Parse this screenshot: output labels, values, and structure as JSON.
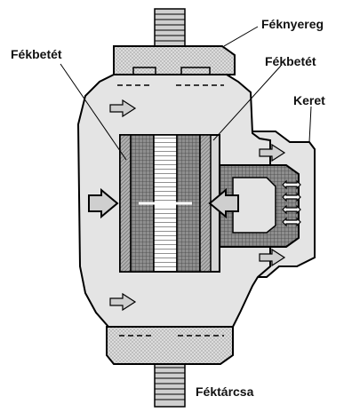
{
  "labels": {
    "caliper": "Féknyereg",
    "pad_left": "Fékbetét",
    "pad_right": "Fékbetét",
    "frame": "Keret",
    "disc": "Féktárcsa"
  },
  "colors": {
    "stroke": "#000000",
    "body_fill": "#e4e4e4",
    "caliper_fill": "#dcdcdc",
    "dark_fill": "#8e8e8e",
    "pad_fill": "#a9a9a9",
    "arrow_fill": "#cfcfcf",
    "bar_fill": "#d6d6d6"
  },
  "icons": {
    "flow_arrow": "right-arrow",
    "clamp_arrow": "block-arrow"
  }
}
